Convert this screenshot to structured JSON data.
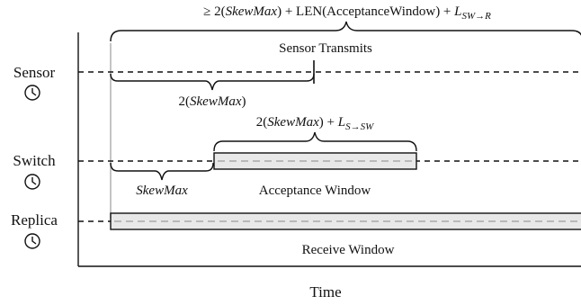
{
  "rows": [
    {
      "id": "sensor",
      "label": "Sensor",
      "icon": "clock-icon"
    },
    {
      "id": "switch",
      "label": "Switch",
      "icon": "clock-icon"
    },
    {
      "id": "replica",
      "label": "Replica",
      "icon": "clock-icon"
    }
  ],
  "axis": {
    "x_label": "Time"
  },
  "annotations": {
    "top_bound": {
      "prefix": "≥ 2(",
      "skew": "SkewMax",
      "mid": ") + LEN(AcceptanceWindow) +",
      "l": "L",
      "sub": "SW→R"
    },
    "sensor_transmits": "Sensor Transmits",
    "sensor_skew": {
      "pre": "2(",
      "skew": "SkewMax",
      "post": ")"
    },
    "switch_bound": {
      "pre": "2(",
      "skew": "SkewMax",
      "mid": ") + ",
      "l": "L",
      "sub": "S→SW"
    },
    "switch_skew": "SkewMax",
    "acceptance_window": "Acceptance Window",
    "receive_window": "Receive Window"
  },
  "colors": {
    "window_fill": "#e8e8e8",
    "line": "#111111",
    "guide": "#b0b0b0"
  }
}
